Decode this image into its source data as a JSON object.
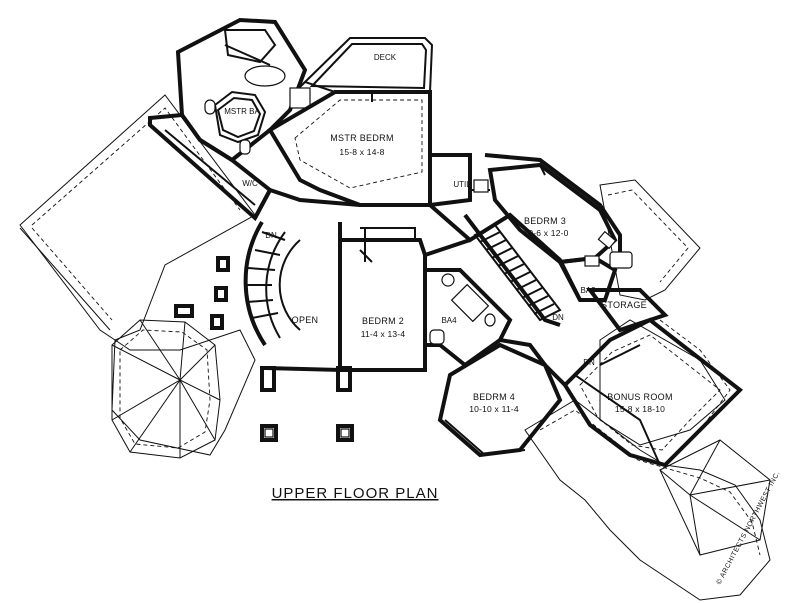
{
  "plan_title": "UPPER FLOOR PLAN",
  "credit": "© ARCHITECTS NORTHWEST INC.",
  "rooms": {
    "deck": {
      "label": "DECK"
    },
    "mstr_ba": {
      "label": "MSTR BA"
    },
    "mstr_bedrm": {
      "label": "MSTR BEDRM",
      "dims": "15-8 x 14-8"
    },
    "wic": {
      "label": "W/C"
    },
    "util": {
      "label": "UTIL"
    },
    "bedrm3": {
      "label": "BEDRM 3",
      "dims": "10-6 x 12-0"
    },
    "ba3": {
      "label": "BA3"
    },
    "storage": {
      "label": "STORAGE"
    },
    "open": {
      "label": "OPEN"
    },
    "bedrm2": {
      "label": "BEDRM 2",
      "dims": "11-4 x 13-4"
    },
    "ba4": {
      "label": "BA4"
    },
    "bedrm4": {
      "label": "BEDRM 4",
      "dims": "10-10 x 11-4"
    },
    "bonus": {
      "label": "BONUS ROOM",
      "dims": "15-8 x 18-10"
    }
  },
  "stairs": {
    "dn_main": "DN",
    "dn_center": "DN",
    "dn_bonus": "DN"
  }
}
